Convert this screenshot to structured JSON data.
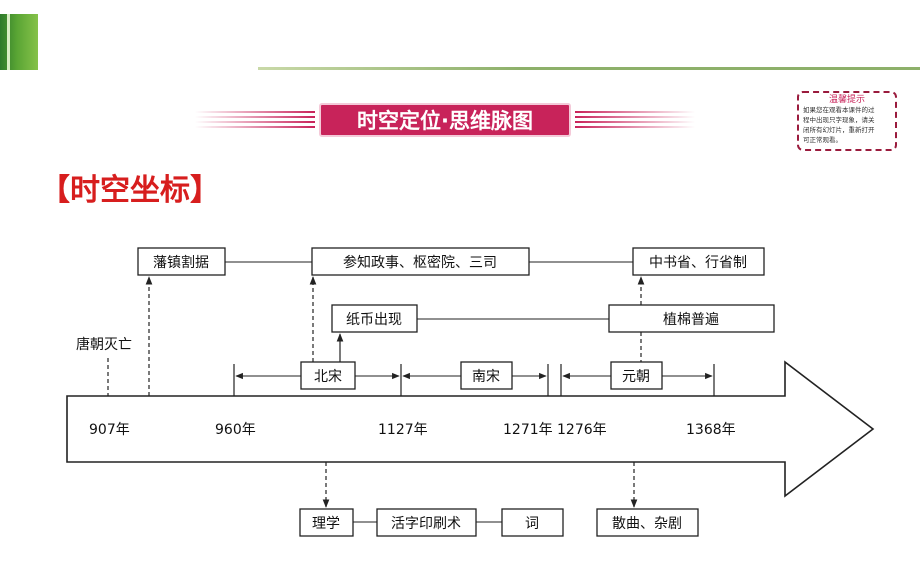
{
  "banner": {
    "title": "时空定位·思维脉图"
  },
  "hint": {
    "title": "温馨提示",
    "lines": [
      "如果您在观看本课件的过",
      "程中出现只字现象，请关",
      "闭所有幻灯片，重新打开",
      "可正常观看。"
    ]
  },
  "section_title": "【时空坐标】",
  "diagram": {
    "years": [
      "907年",
      "960年",
      "1127年",
      "1271年",
      "1276年",
      "1368年"
    ],
    "event_tang": "唐朝灭亡",
    "periods": {
      "bei_song": "北宋",
      "nan_song": "南宋",
      "yuan": "元朝"
    },
    "top_boxes": {
      "fanzhen": "藩镇割据",
      "canzhi": "参知政事、枢密院、三司",
      "zhongshu": "中书省、行省制",
      "zhibi": "纸币出现",
      "zhimian": "植棉普遍"
    },
    "bottom_boxes": {
      "lixue": "理学",
      "huozi": "活字印刷术",
      "ci": "词",
      "sanqu": "散曲、杂剧"
    }
  },
  "colors": {
    "accent": "#c8235a",
    "section_title": "#d71e1e",
    "green": "#5aa534"
  }
}
